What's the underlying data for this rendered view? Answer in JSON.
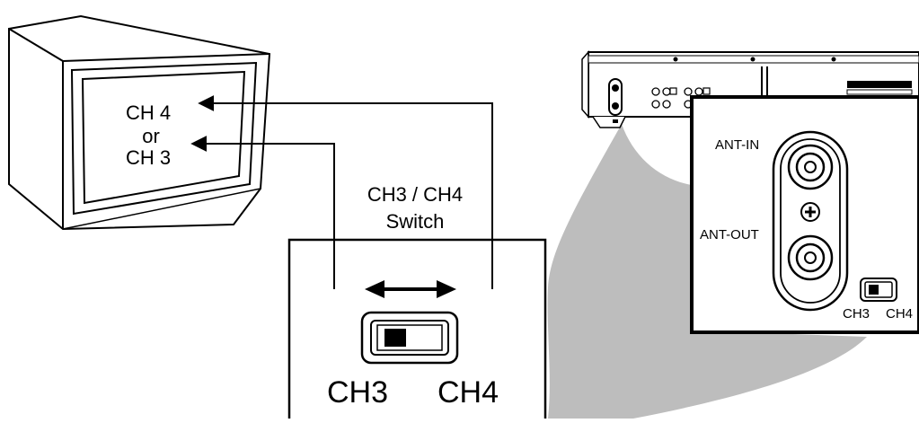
{
  "tv": {
    "line1": "CH 4",
    "line2": "or",
    "line3": "CH 3"
  },
  "callout": {
    "title_line1": "CH3 / CH4",
    "title_line2": "Switch",
    "switch_left_label": "CH3",
    "switch_right_label": "CH4"
  },
  "detail": {
    "ant_in_label": "ANT-IN",
    "ant_out_label": "ANT-OUT",
    "switch_left_label": "CH3",
    "switch_right_label": "CH4"
  },
  "colors": {
    "line": "#000000",
    "fill_white": "#ffffff",
    "gray": "#bdbdbd",
    "dark": "#111111"
  }
}
